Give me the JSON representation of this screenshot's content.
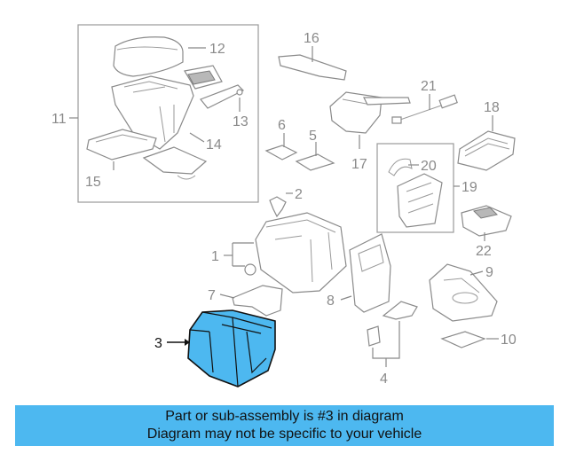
{
  "callouts": {
    "c1": "1",
    "c2": "2",
    "c3": "3",
    "c4": "4",
    "c5": "5",
    "c6": "6",
    "c7": "7",
    "c8": "8",
    "c9": "9",
    "c10": "10",
    "c11": "11",
    "c12": "12",
    "c13": "13",
    "c14": "14",
    "c15": "15",
    "c16": "16",
    "c17": "17",
    "c18": "18",
    "c19": "19",
    "c20": "20",
    "c21": "21",
    "c22": "22"
  },
  "highlight_color": "#4db8f0",
  "banner": {
    "line1": "Part or sub-assembly is #3 in diagram",
    "line2": "Diagram may not be specific to your vehicle"
  }
}
